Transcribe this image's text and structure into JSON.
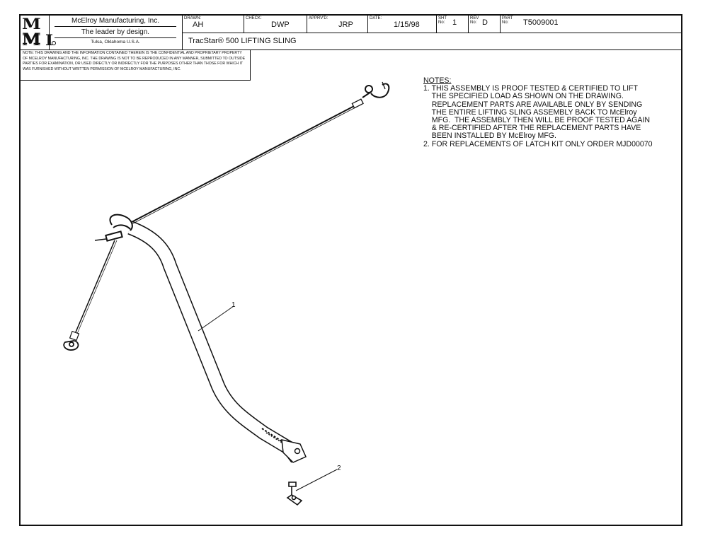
{
  "logo": {
    "line1": "M M",
    "line2": "M I"
  },
  "company": {
    "name": "McElroy Manufacturing, Inc.",
    "slogan": "The leader by design.",
    "location": "Tulsa, Oklahoma U.S.A."
  },
  "titleblock": {
    "drawn_label": "DRAWN:",
    "drawn_value": "AH",
    "check_label": "CHECK:",
    "check_value": "DWP",
    "apprvd_label": "APPRV'D:",
    "apprvd_value": "JRP",
    "date_label": "DATE:",
    "date_value": "1/15/98",
    "sht_label": "SHT No:",
    "sht_value": "1",
    "rev_label": "REV No:",
    "rev_value": "D",
    "part_label": "PART No:",
    "part_value": "T5009001",
    "title": "TracStar® 500 LIFTING SLING"
  },
  "proprietary_note": "NOTE: THIS DRAWING AND THE INFORMATION CONTAINED THEREIN IS THE CONFIDENTIAL AND PROPRIETARY PROPERTY OF McElroy Manufacturing, Inc. THE DRAWING IS NOT TO BE REPRODUCED IN ANY MANNER, SUBMITTED TO OUTSIDE PARTIES FOR EXAMINATION, OR USED DIRECTLY OR INDIRECTLY FOR THE PURPOSES OTHER THAN THOSE FOR WHICH IT WAS FURNISHED WITHOUT WRITTEN PERMISSION OF McElroy Manufacturing, Inc.",
  "notes": {
    "heading": "NOTES:",
    "item1_lines": [
      "1. THIS ASSEMBLY IS PROOF TESTED & CERTIFIED TO LIFT",
      "    THE SPECIFIED LOAD AS SHOWN ON THE DRAWING.",
      "    REPLACEMENT PARTS ARE AVAILABLE ONLY BY SENDING",
      "    THE ENTIRE LIFTING SLING ASSEMBLY BACK TO McElroy",
      "    MFG.  THE ASSEMBLY THEN WILL BE PROOF TESTED AGAIN",
      "    & RE-CERTIFIED AFTER THE REPLACEMENT PARTS HAVE",
      "    BEEN INSTALLED BY McElroy MFG."
    ],
    "item2": "2. FOR REPLACEMENTS OF LATCH KIT ONLY ORDER MJD00070"
  },
  "balloons": {
    "part1": "1",
    "part2": "2"
  }
}
